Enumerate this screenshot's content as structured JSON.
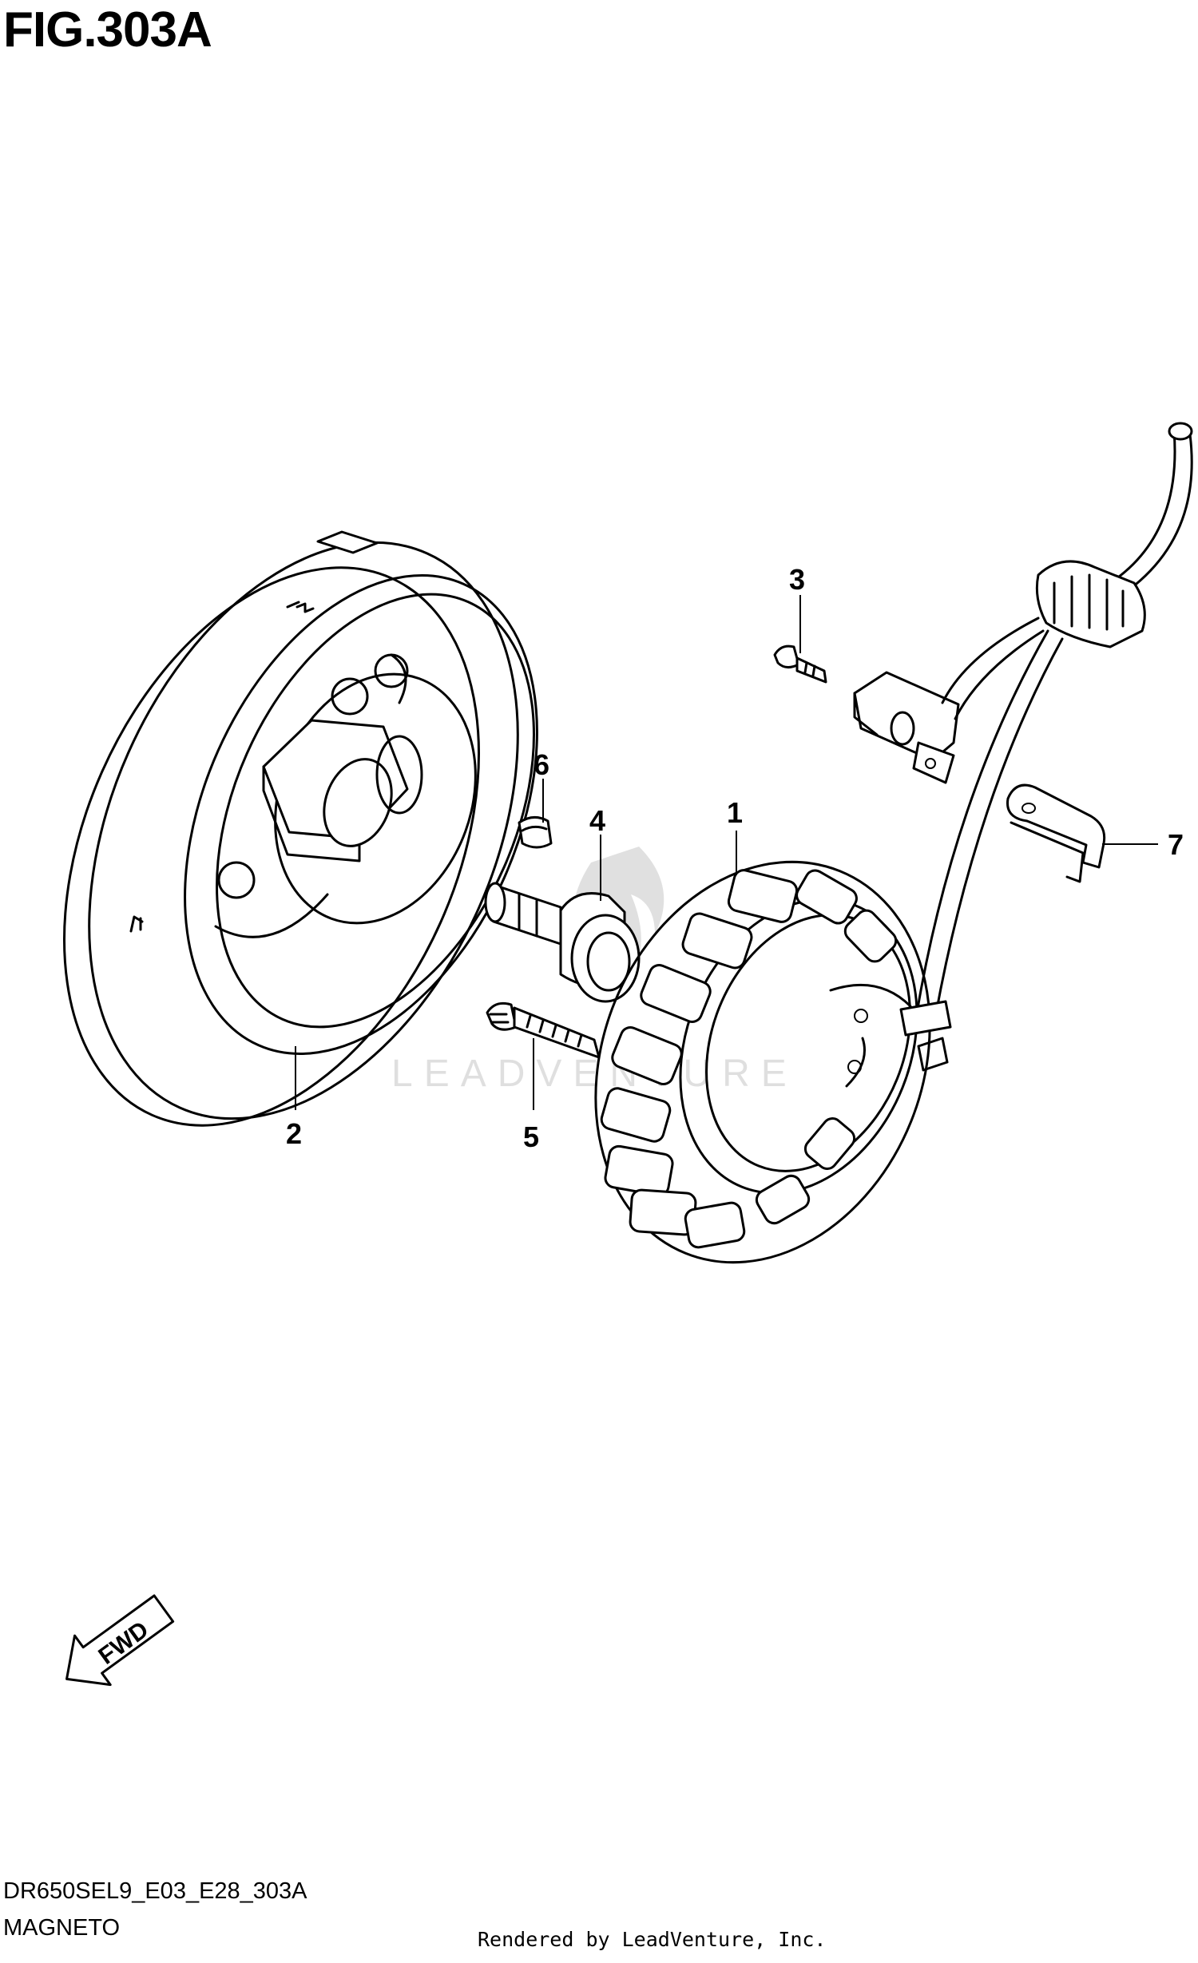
{
  "figure": {
    "title": "FIG.303A"
  },
  "callouts": {
    "c1": "1",
    "c2": "2",
    "c3": "3",
    "c4": "4",
    "c5": "5",
    "c6": "6",
    "c7": "7"
  },
  "fwd_label": "FWD",
  "watermark": "LEADVENTURE",
  "footer": {
    "model_code": "DR650SEL9_E03_E28_303A",
    "section_name": "MAGNETO",
    "rendered_by": "Rendered by LeadVenture, Inc."
  }
}
